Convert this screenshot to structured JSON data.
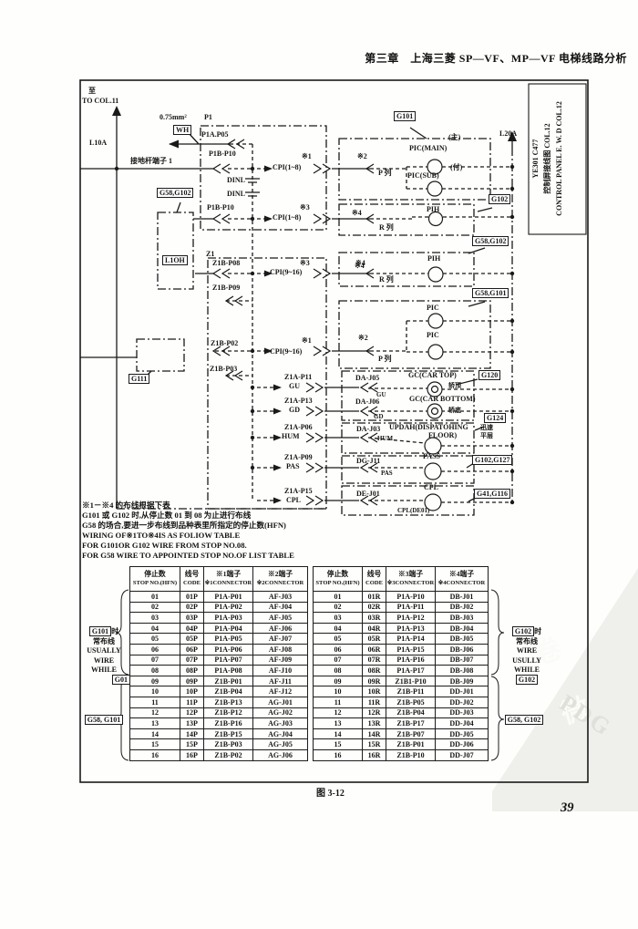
{
  "page": {
    "header": "第三章　上海三菱 SP—VF、MP—VF 电梯线路分析",
    "figure_caption": "图 3-12",
    "page_number": "39",
    "watermark": "PDG"
  },
  "sidebar": {
    "line1": "YE301 C477",
    "line2": "控制屏接线图 COL.12",
    "line3": "CONTROL PANEL E. W. D COL.12"
  },
  "diagram": {
    "to_top": "至",
    "to_col11": "TO COL.11",
    "l10a": "L10A",
    "wire_size": "0.75mm²",
    "p1": "P1",
    "wh": "WH",
    "p1a_p05": "P1A.P05",
    "ground": "接地杆端子 1",
    "p1b_p10": "P1B-P10",
    "star1": "※1",
    "star2": "※2",
    "star3": "※3",
    "star4": "※4",
    "cpi_1_8": "CPI(1~8)",
    "cpi_9_16": "CPI(9~16)",
    "dinl": "DINL",
    "g58_g102": "G58,G102",
    "l1oh": "L1OH",
    "z1": "Z1",
    "z1b_p08": "Z1B-P08",
    "z1b_p09": "Z1B-P09",
    "z1b_p02": "Z1B-P02",
    "z1b_p03": "Z1B-P03",
    "g111": "G111",
    "z1a_p11": "Z1A-P11",
    "gu": "GU",
    "da_j05": "DA-J05",
    "z1a_p13": "Z1A-P13",
    "gd": "GD",
    "da_j06": "DA-J06",
    "z1a_p06": "Z1A-P06",
    "hum": "HUM",
    "da_j03": "DA-J03",
    "z1a_p09": "Z1A-P09",
    "pas": "PAS",
    "dg_j11": "DG-J11",
    "z1a_p15": "Z1A-P15",
    "cpl": "CPL",
    "de_j01": "DE-J01",
    "cpl_de01": "CPL(DE01)",
    "g101": "G101",
    "l20a": "L20A",
    "main_tag": "(主)",
    "pic_main": "PIC(MAIN)",
    "p_col": "P 列",
    "sub_tag": "(付)",
    "pic_sub": "PIC(SUB)",
    "pih": "PIH",
    "g102": "G102",
    "r_col": "R 列",
    "g58_g101": "G58,G101",
    "pic": "PIC",
    "gc_car_top": "GC(CAR TOP)",
    "car_top_cn": "轿顶",
    "g120": "G120",
    "gc_car_bottom": "GC(CAR BOTTOM)",
    "car_bottom_cn": "轿底",
    "updah": "UPDAH(DISPATOHING",
    "floor": "FLOOR)",
    "quick1": "迅速",
    "quick2": "平层",
    "g124": "G124",
    "pass": "PASS",
    "g102_g127": "G102,G127",
    "g41_g116": "G41,G116"
  },
  "notes": {
    "lines": [
      "※1－※4 的布线根据下表",
      "G101 或 G102 时,从停止数 01 到 08 为止进行布线",
      "G58 的场合,要进一步布线到品种表里所指定的停止数(HFN)",
      "WIRING OF※1TO※4IS AS FOLIOW TABLE",
      "FOR G101OR G102 WIRE FROM STOP NO.08.",
      "FOR G58 WIRE TO APPOINTED STOP NO.OF LIST TABLE"
    ]
  },
  "tables": {
    "left": {
      "headers": [
        {
          "zh": "停止数",
          "en": "STOP NO.(HFN)"
        },
        {
          "zh": "线号",
          "en": "CODE"
        },
        {
          "zh": "※1端子",
          "en": "※1CONNECTOR"
        },
        {
          "zh": "※2端子",
          "en": "※2CONNECTOR"
        }
      ],
      "rows": [
        [
          "01",
          "01P",
          "P1A-P01",
          "AF-J03"
        ],
        [
          "02",
          "02P",
          "P1A-P02",
          "AF-J04"
        ],
        [
          "03",
          "03P",
          "P1A-P03",
          "AF-J05"
        ],
        [
          "04",
          "04P",
          "P1A-P04",
          "AF-J06"
        ],
        [
          "05",
          "05P",
          "P1A-P05",
          "AF-J07"
        ],
        [
          "06",
          "06P",
          "P1A-P06",
          "AF-J08"
        ],
        [
          "07",
          "07P",
          "P1A-P07",
          "AF-J09"
        ],
        [
          "08",
          "08P",
          "P1A-P08",
          "AF-J10"
        ],
        [
          "09",
          "09P",
          "Z1B-P01",
          "AF-J11"
        ],
        [
          "10",
          "10P",
          "Z1B-P04",
          "AF-J12"
        ],
        [
          "11",
          "11P",
          "Z1B-P13",
          "AG-J01"
        ],
        [
          "12",
          "12P",
          "Z1B-P12",
          "AG-J02"
        ],
        [
          "13",
          "13P",
          "Z1B-P16",
          "AG-J03"
        ],
        [
          "14",
          "14P",
          "Z1B-P15",
          "AG-J04"
        ],
        [
          "15",
          "15P",
          "Z1B-P03",
          "AG-J05"
        ],
        [
          "16",
          "16P",
          "Z1B-P02",
          "AG-J06"
        ]
      ]
    },
    "right": {
      "headers": [
        {
          "zh": "停止数",
          "en": "STOP NO.(HFN)"
        },
        {
          "zh": "线号",
          "en": "CODE"
        },
        {
          "zh": "※3端子",
          "en": "※3CONNECTOR"
        },
        {
          "zh": "※4端子",
          "en": "※4CONNECTOR"
        }
      ],
      "rows": [
        [
          "01",
          "01R",
          "P1A-P10",
          "DB-J01"
        ],
        [
          "02",
          "02R",
          "P1A-P11",
          "DB-J02"
        ],
        [
          "03",
          "03R",
          "P1A-P12",
          "DB-J03"
        ],
        [
          "04",
          "04R",
          "P1A-P13",
          "DB-J04"
        ],
        [
          "05",
          "05R",
          "P1A-P14",
          "DB-J05"
        ],
        [
          "06",
          "06R",
          "P1A-P15",
          "DB-J06"
        ],
        [
          "07",
          "07R",
          "P1A-P16",
          "DB-J07"
        ],
        [
          "08",
          "08R",
          "P1A-P17",
          "DB-J08"
        ],
        [
          "09",
          "09R",
          "Z1B1-P10",
          "DB-J09"
        ],
        [
          "10",
          "10R",
          "Z1B-P11",
          "DD-J01"
        ],
        [
          "11",
          "11R",
          "Z1B-P05",
          "DD-J02"
        ],
        [
          "12",
          "12R",
          "Z1B-P04",
          "DD-J03"
        ],
        [
          "13",
          "13R",
          "Z1B-P17",
          "DD-J04"
        ],
        [
          "14",
          "14R",
          "Z1B-P07",
          "DD-J05"
        ],
        [
          "15",
          "15R",
          "Z1B-P01",
          "DD-J06"
        ],
        [
          "16",
          "16R",
          "Z1B-P10",
          "DD-J07"
        ]
      ]
    }
  },
  "side_notes": {
    "left": {
      "boxed_top": "G101",
      "suffix": "时",
      "line2": "常布线",
      "line3": "USUALLY",
      "line4": "WIRE",
      "line5": "WHILE",
      "boxed_bottom": "G01",
      "group2": "G58, G101"
    },
    "right": {
      "boxed_top": "G102",
      "suffix": "时",
      "line2": "常布线",
      "line3": "WIRE",
      "line4": "USULLY",
      "line5": "WHILE",
      "boxed_bottom": "G102",
      "group2": "G58, G102"
    }
  }
}
